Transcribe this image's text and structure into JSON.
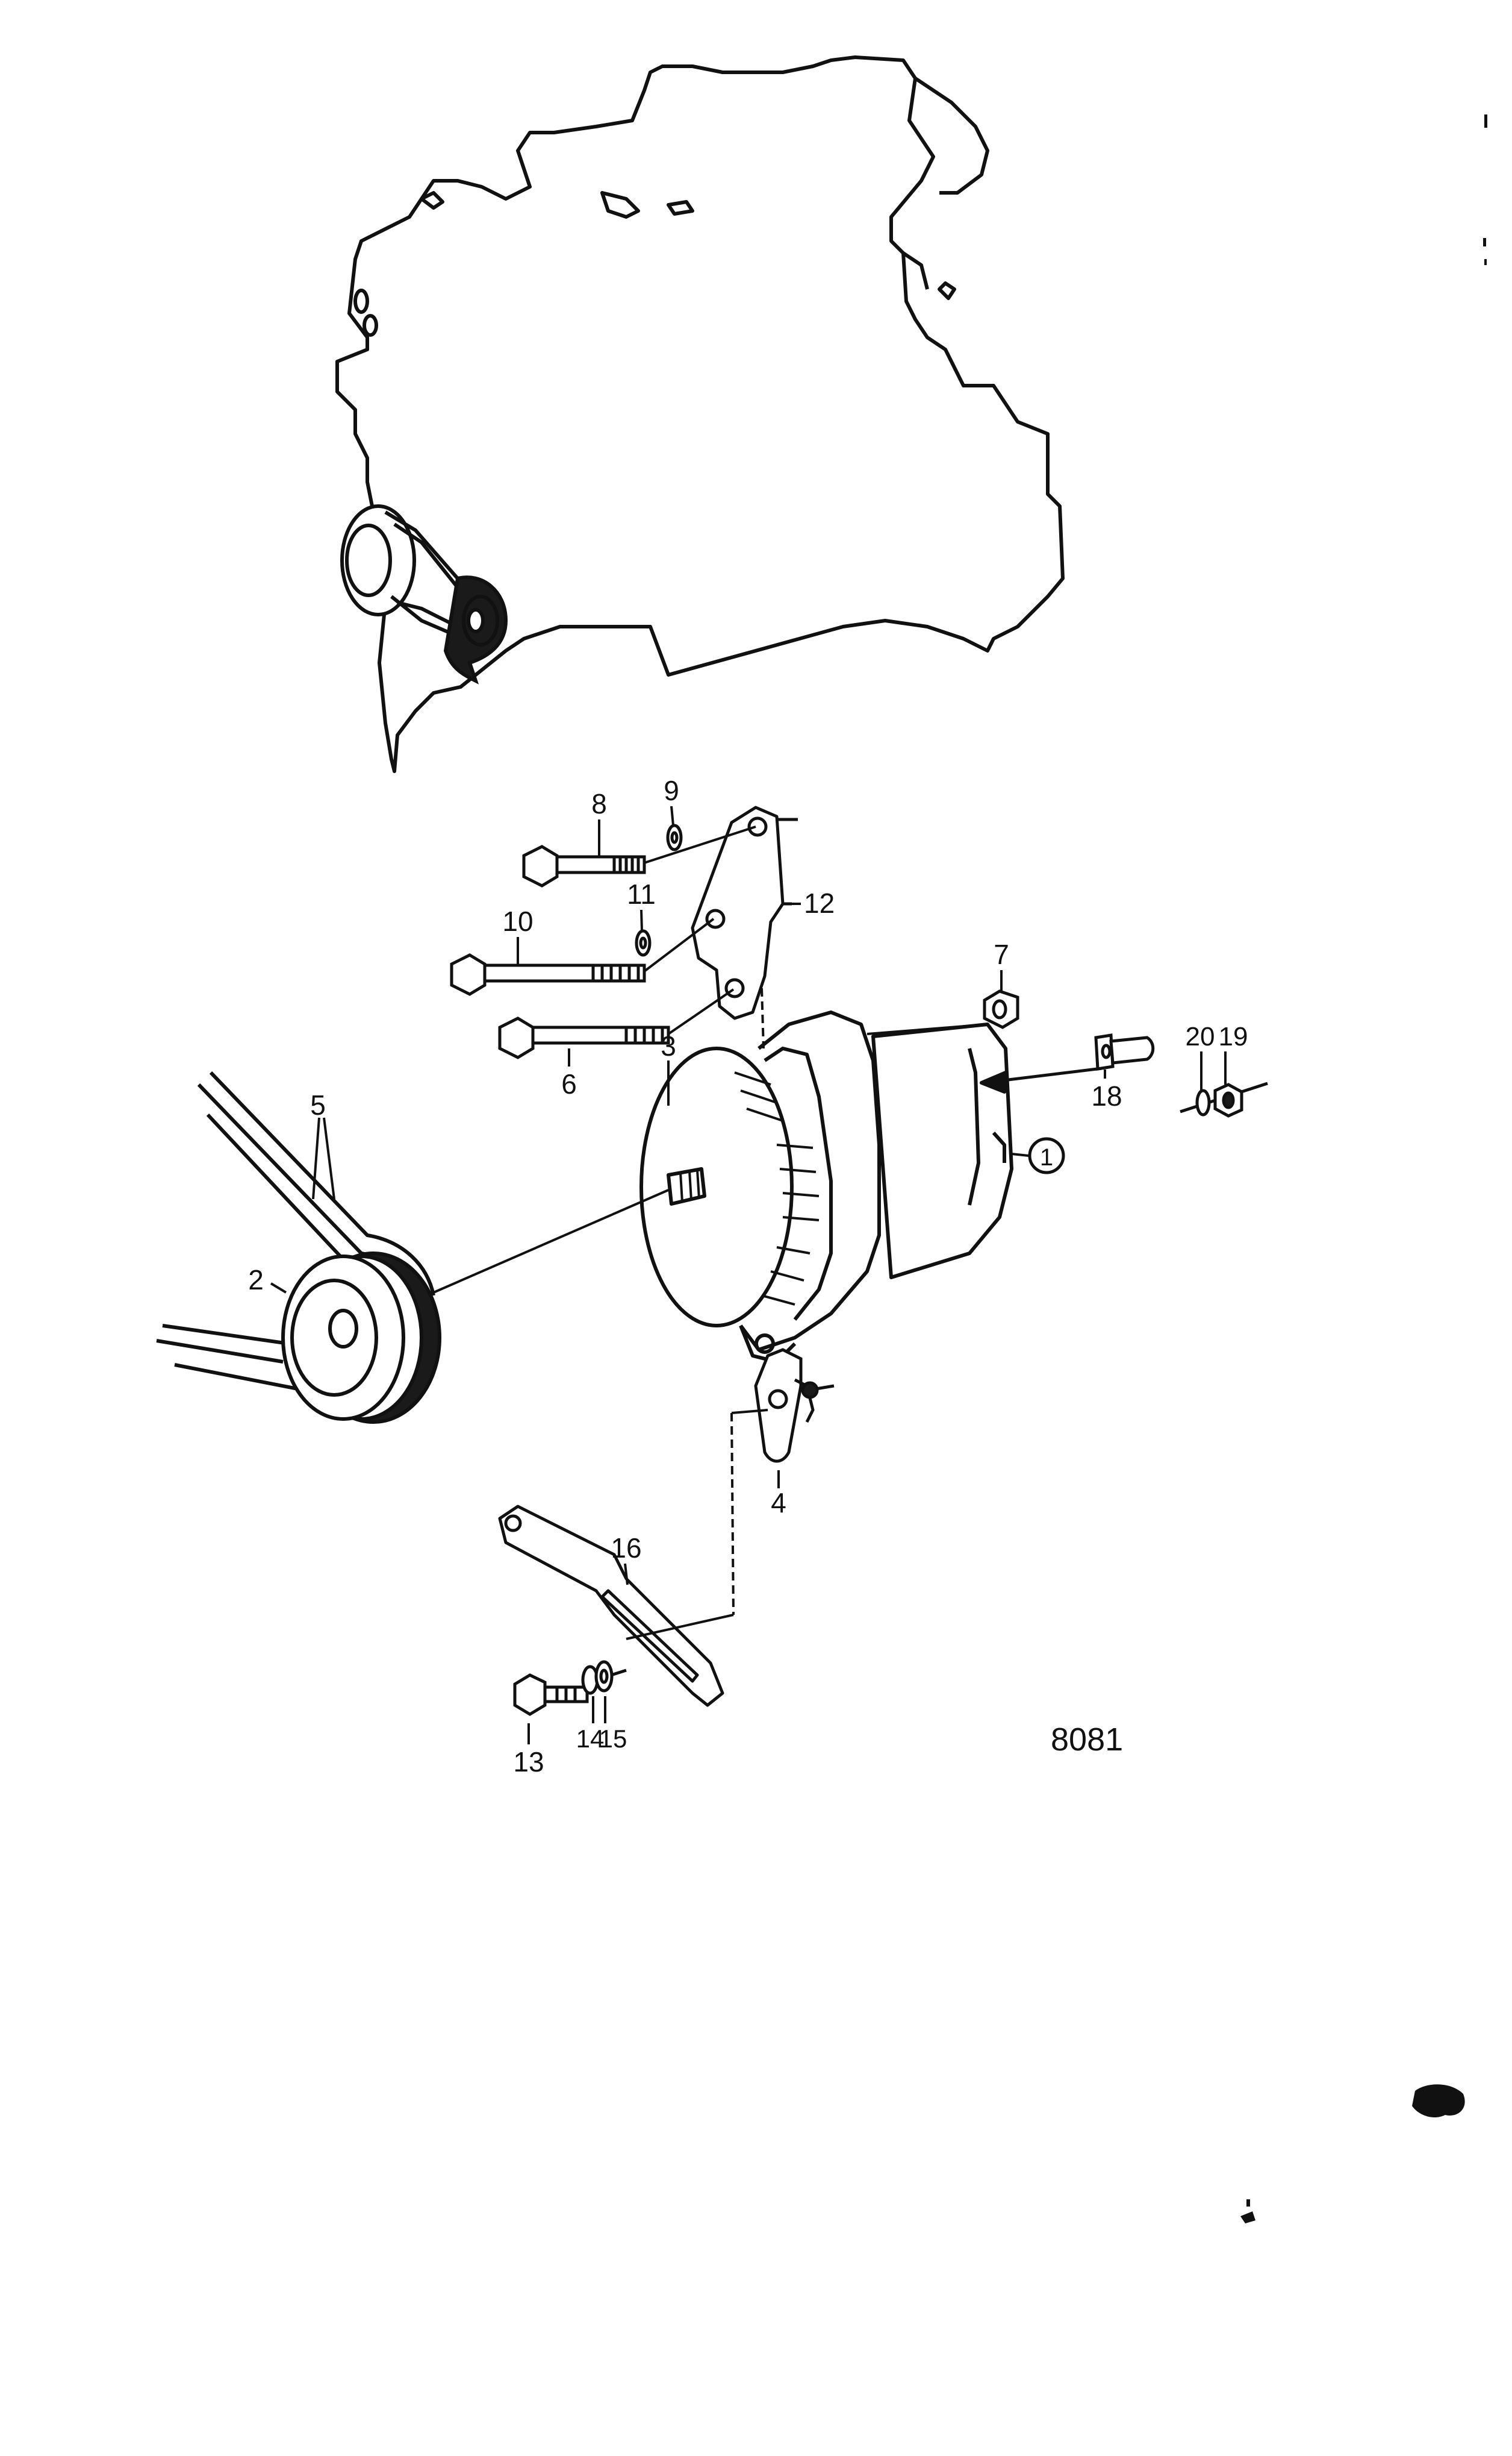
{
  "diagram": {
    "reference_number": "8081",
    "callouts": [
      "1",
      "2",
      "3",
      "4",
      "5",
      "6",
      "7",
      "8",
      "9",
      "10",
      "11",
      "12",
      "13",
      "14",
      "15",
      "16",
      "18",
      "19",
      "20"
    ]
  },
  "colors": {
    "ink": "#111111",
    "paper": "#ffffff",
    "belt_fill": "#1a1a1a"
  }
}
